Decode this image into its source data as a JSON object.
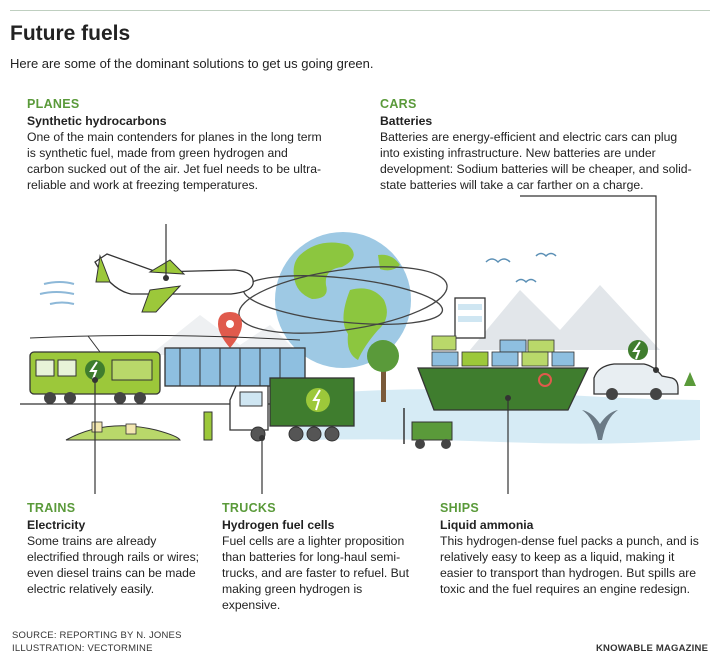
{
  "header": {
    "title": "Future fuels",
    "subtitle": "Here are some of the dominant solutions to get us going green."
  },
  "sections": {
    "planes": {
      "category": "PLANES",
      "solution": "Synthetic hydrocarbons",
      "description": "One of the main contenders for planes in the long term is synthetic fuel, made from green hydrogen and carbon sucked out of the air. Jet fuel needs to be ultra-reliable and work at freezing temperatures."
    },
    "cars": {
      "category": "CARS",
      "solution": "Batteries",
      "description": "Batteries are energy-efficient and electric cars can plug into existing infrastructure. New batteries are under development: Sodium batteries will be cheaper, and solid-state batteries will take a car farther on a charge."
    },
    "trains": {
      "category": "TRAINS",
      "solution": "Electricity",
      "description": "Some trains are already electrified through rails or wires; even diesel trains can be made electric relatively easily."
    },
    "trucks": {
      "category": "TRUCKS",
      "solution": "Hydrogen fuel cells",
      "description": "Fuel cells are a lighter proposition than batteries for long-haul semi-trucks, and are faster to refuel. But making green hydrogen is expensive."
    },
    "ships": {
      "category": "SHIPS",
      "solution": "Liquid ammonia",
      "description": "This hydrogen-dense fuel packs a punch, and is relatively easy to keep as a liquid, making it easier to transport than hydrogen. But spills are toxic and the fuel requires an engine redesign."
    }
  },
  "footer": {
    "source": "SOURCE: REPORTING BY N. JONES",
    "illustration": "ILLUSTRATION: VECTORMINE",
    "publisher": "KNOWABLE MAGAZINE"
  },
  "colors": {
    "accent_green": "#5a9a3a",
    "lime": "#9cc83a",
    "dark_green": "#3f7d2e",
    "ocean": "#cfe6f2",
    "sky_blue": "#9ec9e4",
    "mountain": "#d9dde3",
    "red": "#e05a4c"
  }
}
